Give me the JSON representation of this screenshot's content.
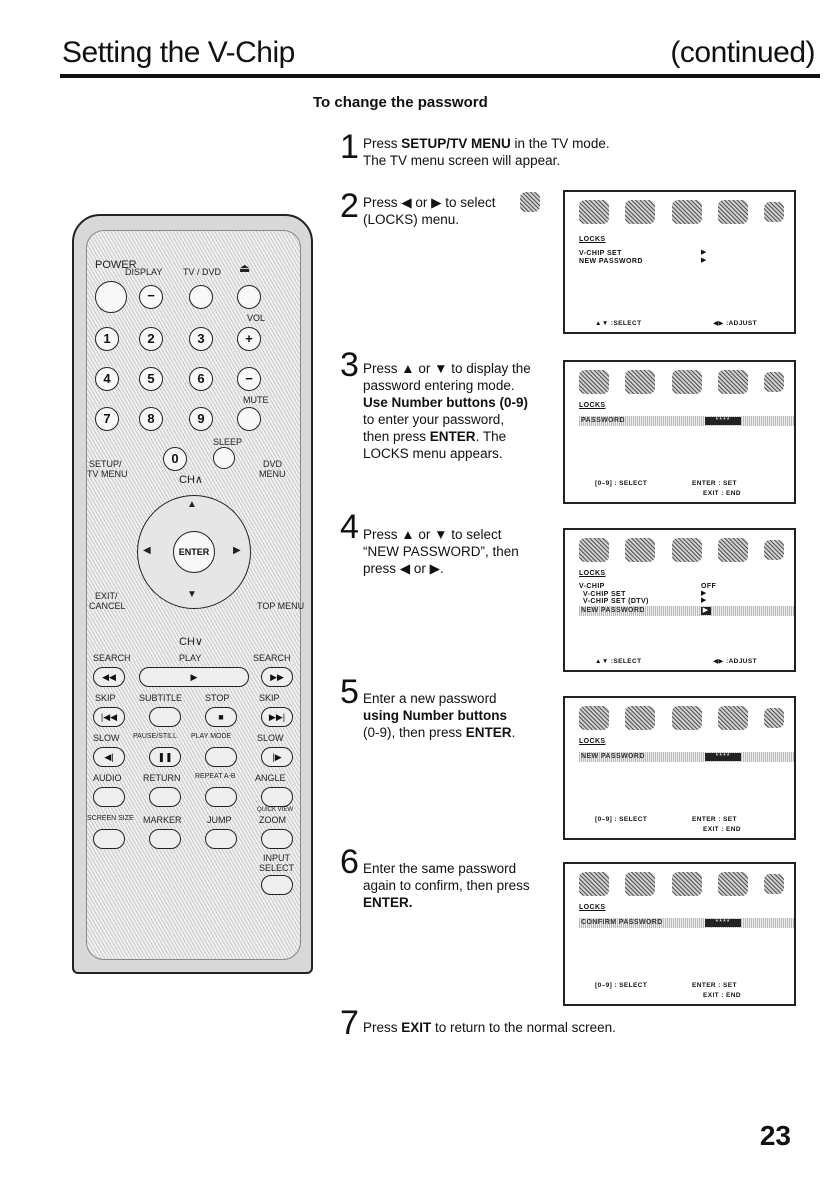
{
  "header": {
    "title": "Setting the V-Chip",
    "continued": "(continued)"
  },
  "section_title": "To change the password",
  "steps": [
    {
      "num": "1",
      "lines": [
        "Press SETUP/TV MENU in the TV mode.",
        "The TV menu screen will appear."
      ]
    },
    {
      "num": "2",
      "lines": [
        "Press ◀ or ▶ to select",
        "(LOCKS) menu."
      ]
    },
    {
      "num": "3",
      "lines": [
        "Press ▲ or ▼ to display the",
        "password entering mode.",
        "Use Number buttons (0-9)",
        "to enter your password,",
        "then press ENTER. The",
        "LOCKS menu appears."
      ]
    },
    {
      "num": "4",
      "lines": [
        "Press ▲ or ▼ to select",
        "“NEW PASSWORD”, then",
        "press ◀ or ▶."
      ]
    },
    {
      "num": "5",
      "lines": [
        "Enter a new password",
        "using Number buttons",
        "(0-9), then press ENTER."
      ]
    },
    {
      "num": "6",
      "lines": [
        "Enter the same password",
        "again to confirm, then press",
        "ENTER."
      ]
    },
    {
      "num": "7",
      "lines": [
        "Press EXIT to return to the normal screen."
      ]
    }
  ],
  "screens": {
    "s2": {
      "title": "LOCKS",
      "item1": "V-CHIP SET",
      "item2": "NEW PASSWORD",
      "foot_left": "▲▼ :SELECT",
      "foot_right": "◀▶ :ADJUST"
    },
    "s3": {
      "title": "LOCKS",
      "bar": "PASSWORD",
      "stars": "****",
      "foot_left": "[0–9] : SELECT",
      "foot_right1": "ENTER : SET",
      "foot_right2": "EXIT : END"
    },
    "s4": {
      "title": "LOCKS",
      "item1": "V-CHIP",
      "item1_val": "OFF",
      "item2": "V-CHIP SET",
      "item3": "V-CHIP SET (DTV)",
      "bar": "NEW PASSWORD",
      "foot_left": "▲▼ :SELECT",
      "foot_right": "◀▶ :ADJUST"
    },
    "s5": {
      "title": "LOCKS",
      "bar": "NEW PASSWORD",
      "stars": "****",
      "foot_left": "[0–9] : SELECT",
      "foot_right1": "ENTER : SET",
      "foot_right2": "EXIT : END"
    },
    "s6": {
      "title": "LOCKS",
      "bar": "CONFIRM PASSWORD",
      "stars": "****",
      "foot_left": "[0–9] : SELECT",
      "foot_right1": "ENTER : SET",
      "foot_right2": "EXIT : END"
    }
  },
  "remote": {
    "power": "POWER",
    "display": "DISPLAY",
    "tvdvd": "TV / DVD",
    "vol": "VOL",
    "mute": "MUTE",
    "sleep": "SLEEP",
    "setup": "SETUP/",
    "tvmenu": "TV MENU",
    "dvd": "DVD",
    "menu": "MENU",
    "ch_up": "CH∧",
    "ch_down": "CH∨",
    "enter": "ENTER",
    "exit": "EXIT/",
    "cancel": "CANCEL",
    "topmenu": "TOP MENU",
    "row1": [
      "SEARCH",
      "PLAY",
      "SEARCH"
    ],
    "row2": [
      "SKIP",
      "SUBTITLE",
      "STOP",
      "SKIP"
    ],
    "row3": [
      "SLOW",
      "PAUSE/STILL",
      "PLAY MODE",
      "SLOW"
    ],
    "row4": [
      "AUDIO",
      "RETURN",
      "REPEAT A-B",
      "ANGLE"
    ],
    "row5": [
      "SCREEN SIZE",
      "MARKER",
      "JUMP",
      "QUICK VIEW",
      "ZOOM"
    ],
    "input": "INPUT",
    "select": "SELECT",
    "digits": [
      "1",
      "2",
      "3",
      "4",
      "5",
      "6",
      "7",
      "8",
      "9",
      "0"
    ]
  },
  "page_number": "23"
}
